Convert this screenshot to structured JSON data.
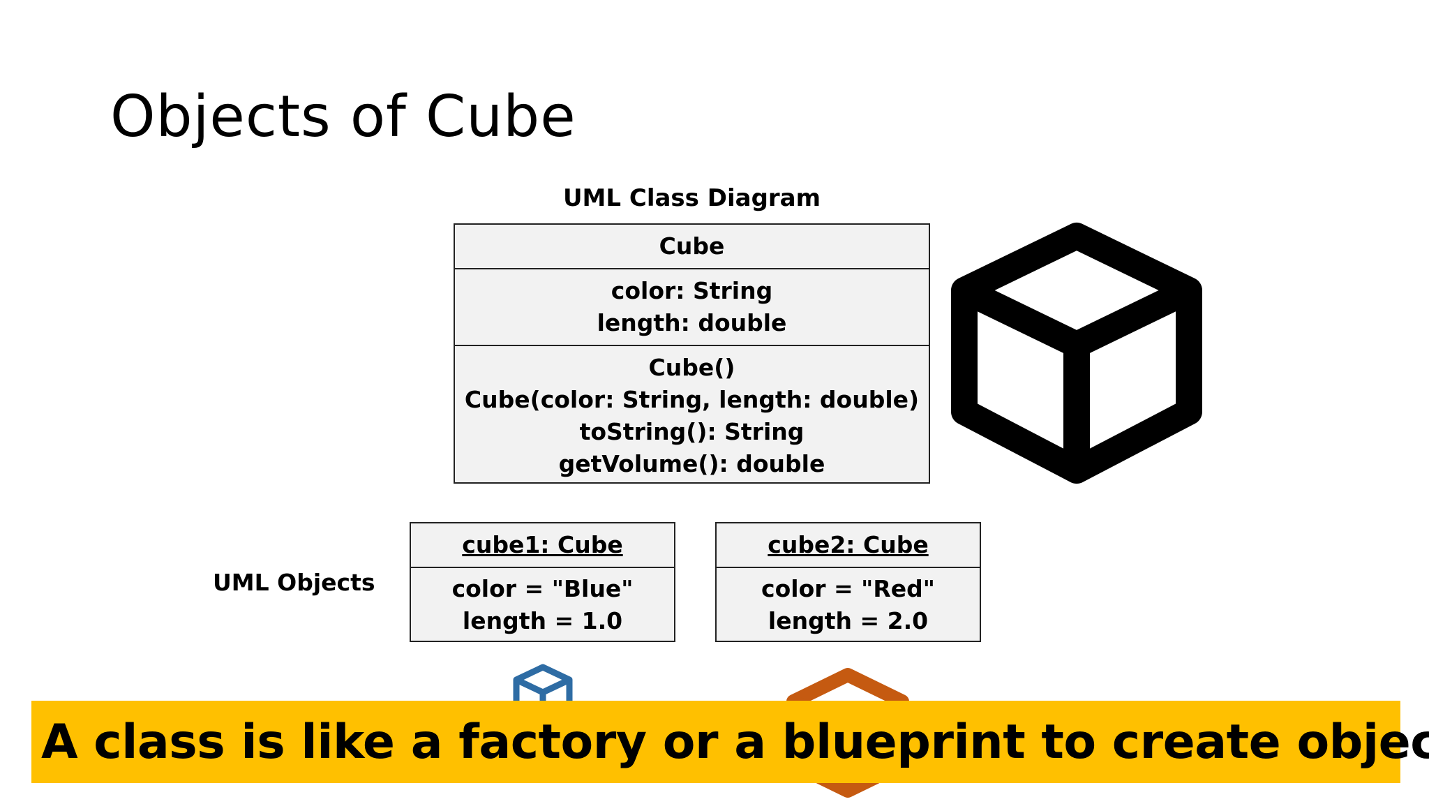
{
  "slide": {
    "title": "Objects of Cube"
  },
  "class_diagram": {
    "caption": "UML Class Diagram",
    "class_name": "Cube",
    "attributes": [
      "color: String",
      "length: double"
    ],
    "methods": [
      "Cube()",
      "Cube(color: String, length: double)",
      "toString(): String",
      "getVolume(): double"
    ]
  },
  "objects_section": {
    "label": "UML Objects",
    "objects": [
      {
        "header": "cube1: Cube",
        "attributes": [
          "color = \"Blue\"",
          "length = 1.0"
        ],
        "icon_color": "#2e6ca4"
      },
      {
        "header": "cube2: Cube",
        "attributes": [
          "color = \"Red\"",
          "length = 2.0"
        ],
        "icon_color": "#c55a11"
      }
    ]
  },
  "icons": {
    "large": "cube-icon",
    "large_color": "#000000"
  },
  "banner": {
    "text": "A class is like a factory or a blueprint to create objects",
    "background": "#ffc000"
  }
}
